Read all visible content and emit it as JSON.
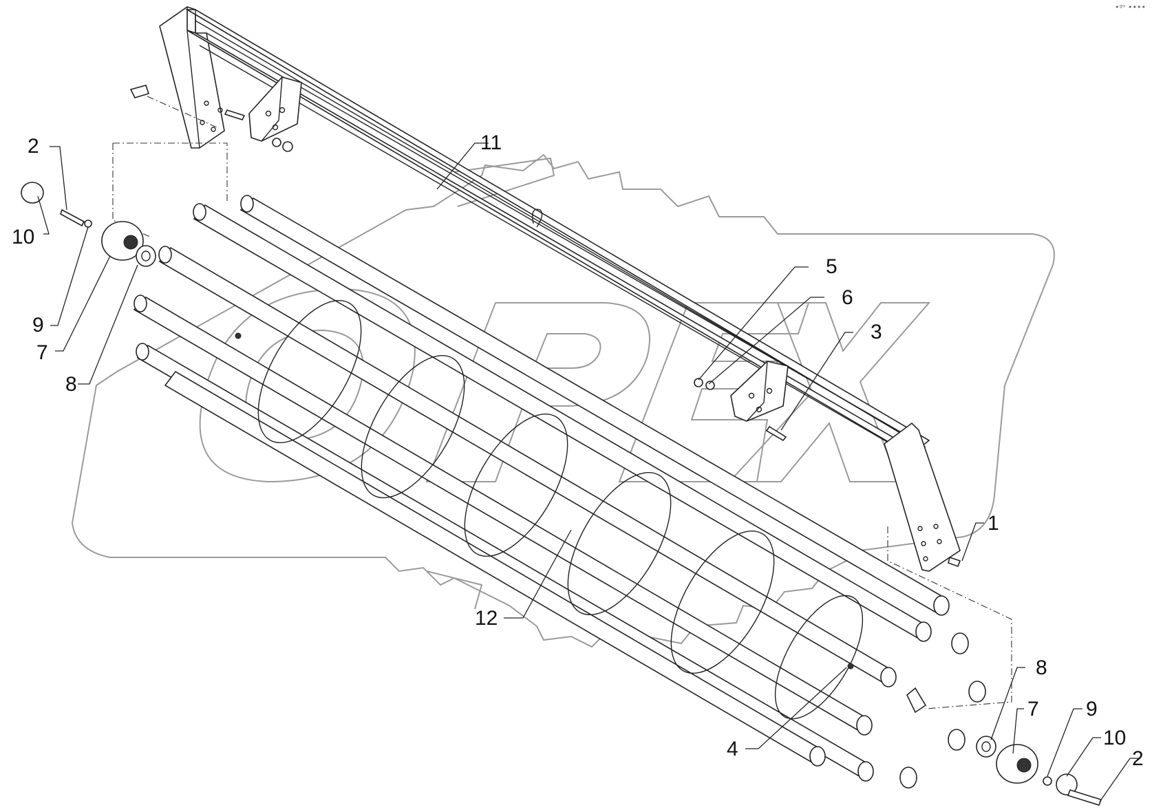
{
  "corner_mark": "•ᵍᵒ ••••",
  "watermark": {
    "text": "OPEX",
    "color": "#9a9a9a"
  },
  "callouts": [
    {
      "id": "11",
      "text": "11"
    },
    {
      "id": "2-left",
      "text": "2"
    },
    {
      "id": "10-left",
      "text": "10"
    },
    {
      "id": "9-left",
      "text": "9"
    },
    {
      "id": "7-left",
      "text": "7"
    },
    {
      "id": "8-left",
      "text": "8"
    },
    {
      "id": "5",
      "text": "5"
    },
    {
      "id": "6",
      "text": "6"
    },
    {
      "id": "3",
      "text": "3"
    },
    {
      "id": "1",
      "text": "1"
    },
    {
      "id": "12",
      "text": "12"
    },
    {
      "id": "4",
      "text": "4"
    },
    {
      "id": "8-right",
      "text": "8"
    },
    {
      "id": "7-right",
      "text": "7"
    },
    {
      "id": "9-right",
      "text": "9"
    },
    {
      "id": "10-right",
      "text": "10"
    },
    {
      "id": "2-right",
      "text": "2"
    }
  ]
}
